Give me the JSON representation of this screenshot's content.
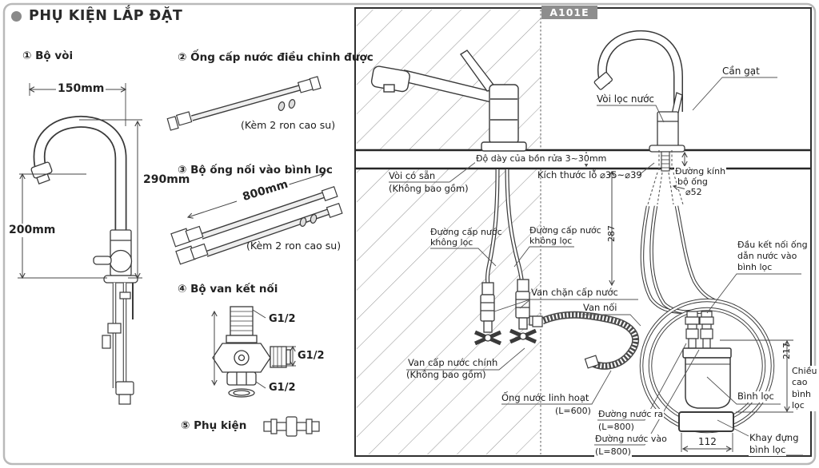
{
  "left": {
    "title": "PHỤ KIỆN LẮP ĐẶT",
    "item1_heading": "① Bộ vòi",
    "dim_150": "150mm",
    "dim_290": "290mm",
    "dim_200": "200mm",
    "item2_heading": "② Ống cấp nước điều chỉnh được",
    "item2_note": "(Kèm 2 ron cao su)",
    "item3_heading": "③ Bộ ống nối vào bình lọc",
    "dim_800": "800mm",
    "item3_note": "(Kèm 2 ron cao su)",
    "item4_heading": "④ Bộ van kết nối",
    "g12_top": "G1/2",
    "g12_mid": "G1/2",
    "g12_bot": "G1/2",
    "item5_heading": "⑤ Phụ kiện"
  },
  "right": {
    "model": "A101E",
    "lever": "Cần gạt",
    "filter_faucet": "Vòi lọc nước",
    "sink_thickness": "Độ dày của bồn rửa 3~30mm",
    "existing_faucet_1": "Vòi có sẵn",
    "existing_faucet_2": "(Không bao gồm)",
    "hole_size": "Kích thước lỗ ⌀35~⌀39",
    "pipe_dia_1": "Đường kính",
    "pipe_dia_2": "bộ ống",
    "pipe_dia_3": "⌀52",
    "supply_left_1": "Đường cấp nước",
    "supply_left_2": "không lọc",
    "supply_right_1": "Đường cấp nước",
    "supply_right_2": "không lọc",
    "dim_287": "287",
    "stop_valve": "Van chặn cấp nước",
    "connector_valve": "Van nối",
    "filter_inlet_1": "Đầu kết nối ống",
    "filter_inlet_2": "dẫn nước vào",
    "filter_inlet_3": "bình lọc",
    "main_valve_1": "Van cấp nước chính",
    "main_valve_2": "(Không bao gồm)",
    "flex_hose_1": "Ống nước linh hoạt",
    "flex_hose_2": "(L=600)",
    "water_out_1": "Đường nước ra",
    "water_out_2": "(L=800)",
    "water_in_1": "Đường nước vào",
    "water_in_2": "(L=800)",
    "dim_217": "217",
    "filter_height": "Chiều cao bình lọc",
    "filter_bottle": "Bình lọc",
    "tray_1": "Khay đựng",
    "tray_2": "bình lọc",
    "dim_112": "112"
  },
  "colors": {
    "accent_gray": "#8d8d8d",
    "line": "#3a3a3a",
    "hatch": "#9a9a9a"
  }
}
